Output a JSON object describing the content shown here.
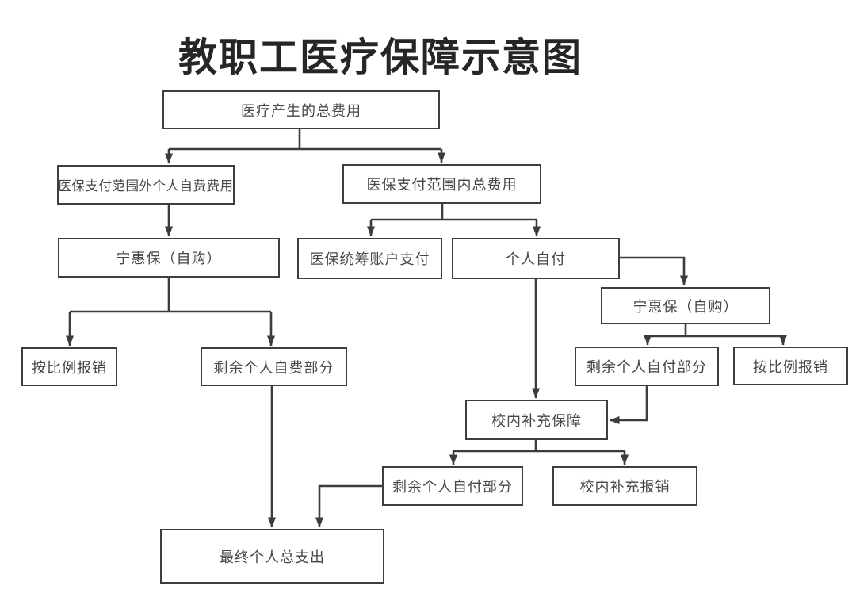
{
  "title": "教职工医疗保障示意图",
  "colors": {
    "line": "#3c3c3c",
    "box_border": "#3e3e3e",
    "box_fill": "#ffffff",
    "text": "#464646",
    "title_text": "#262626",
    "background": "#ffffff"
  },
  "nodes": [
    {
      "id": "total-medical-cost",
      "label": "医疗产生的总费用"
    },
    {
      "id": "outside-insurance-scope",
      "label": "医保支付范围外个人自费费用"
    },
    {
      "id": "inside-insurance-scope",
      "label": "医保支付范围内总费用"
    },
    {
      "id": "ninghuibao-left",
      "label": "宁惠保（自购）"
    },
    {
      "id": "pooling-account-payment",
      "label": "医保统筹账户支付"
    },
    {
      "id": "personal-self-payment",
      "label": "个人自付"
    },
    {
      "id": "ninghuibao-right",
      "label": "宁惠保（自购）"
    },
    {
      "id": "remaining-self-pay-right",
      "label": "剩余个人自付部分"
    },
    {
      "id": "proportional-reimb-right",
      "label": "按比例报销"
    },
    {
      "id": "proportional-reimb-left",
      "label": "按比例报销"
    },
    {
      "id": "remaining-self-fee-left",
      "label": "剩余个人自费部分"
    },
    {
      "id": "campus-supplementary",
      "label": "校内补充保障"
    },
    {
      "id": "remaining-self-pay-bottom",
      "label": "剩余个人自付部分"
    },
    {
      "id": "campus-supp-reimbursement",
      "label": "校内补充报销"
    },
    {
      "id": "final-personal-total",
      "label": "最终个人总支出"
    }
  ]
}
